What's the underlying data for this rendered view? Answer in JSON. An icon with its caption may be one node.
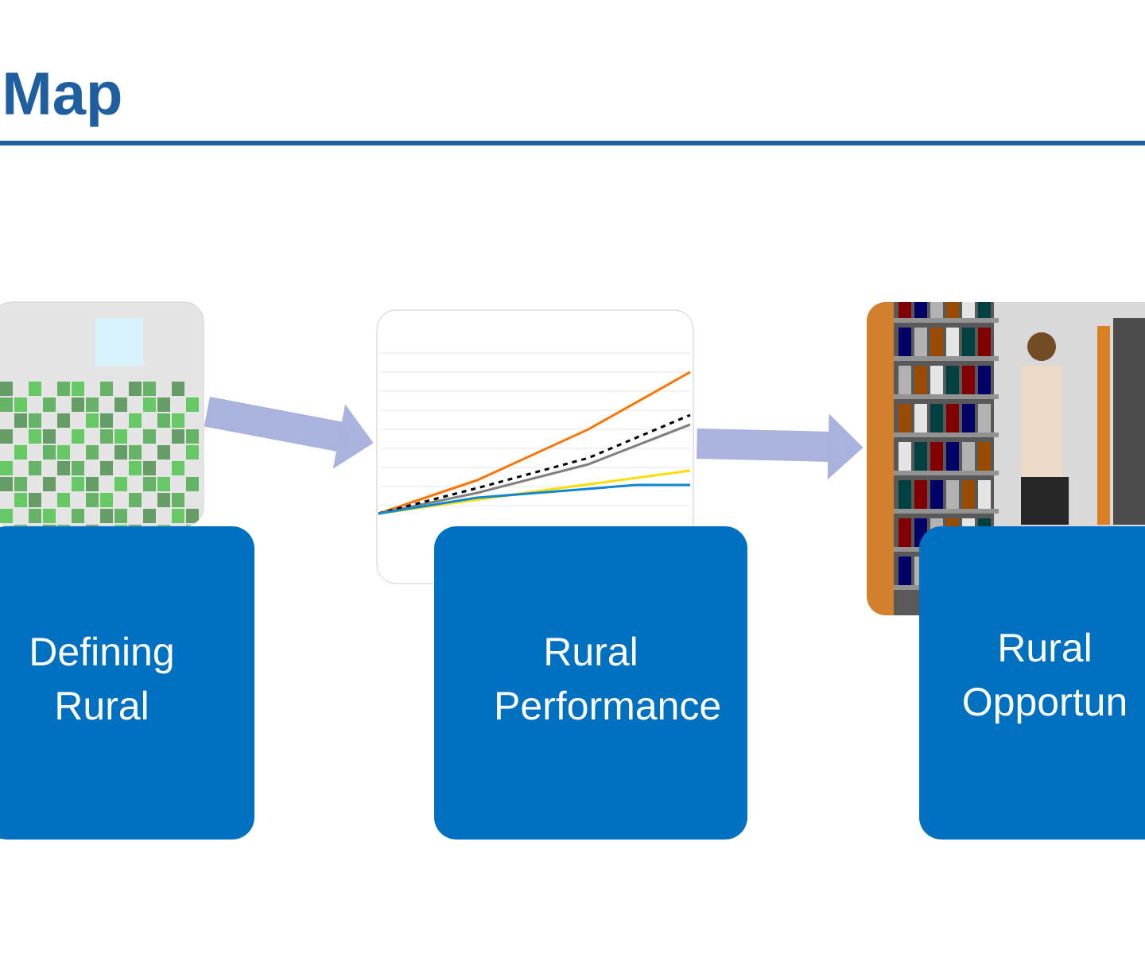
{
  "diagram": {
    "title": "Map",
    "nodes": [
      {
        "text": [],
        "shape": "picture"
      },
      {
        "text": [
          "Defining Rural"
        ]
      },
      {
        "text": [],
        "shape": "picture"
      },
      {
        "text": [
          "Rural Performance"
        ]
      },
      {
        "text": [],
        "shape": "picture"
      },
      {
        "text": [
          "Rural Opportun"
        ]
      }
    ],
    "edges": [
      {
        "from": 0,
        "to": 2,
        "arrow": "to"
      },
      {
        "from": 2,
        "to": 4,
        "arrow": "to"
      }
    ]
  }
}
